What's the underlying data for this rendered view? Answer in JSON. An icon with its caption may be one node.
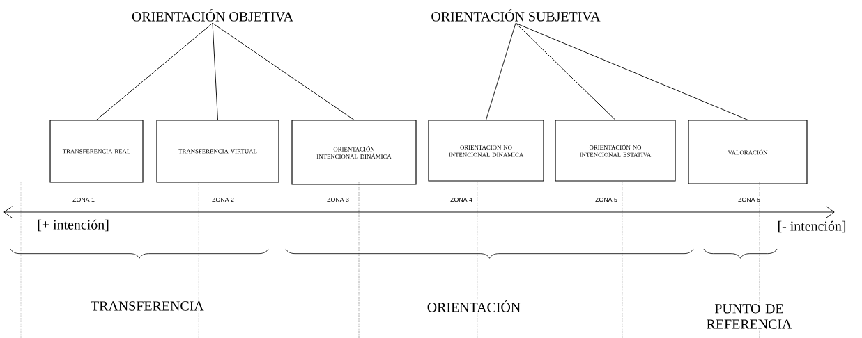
{
  "diagram": {
    "nodes": [
      {
        "text": [
          "ORIENTACIÓN OBJETIVA"
        ]
      },
      {
        "text": [
          "ORIENTACIÓN SUBJETIVA"
        ]
      },
      {
        "text": [
          "TRANSFERENCIA REAL"
        ]
      },
      {
        "text": [
          "TRANSFERENCIA VIRTUAL"
        ]
      },
      {
        "text": [
          "ORIENTACIÓN INTENCIONAL DINÁMICA"
        ]
      },
      {
        "text": [
          "ORIENTACIÓN NO INTENCIONAL DINÁMICA"
        ]
      },
      {
        "text": [
          "ORIENTACIÓN NO INTENCIONAL ESTATIVA"
        ]
      },
      {
        "text": [
          "VALORACIÓN"
        ]
      }
    ],
    "edges": [
      {
        "from": 0,
        "to": 2,
        "arrow": "none"
      },
      {
        "from": 0,
        "to": 3,
        "arrow": "none"
      },
      {
        "from": 0,
        "to": 4,
        "arrow": "none"
      },
      {
        "from": 1,
        "to": 5,
        "arrow": "none"
      },
      {
        "from": 1,
        "to": 6,
        "arrow": "none"
      },
      {
        "from": 1,
        "to": 7,
        "arrow": "none"
      }
    ],
    "labels": [
      "ZONA 1",
      "ZONA 2",
      "ZONA 3",
      "ZONA 4",
      "ZONA 5",
      "ZONA 6",
      "[+ intención]",
      "[- intención]",
      "TRANSFERENCIA",
      "ORIENTACIÓN",
      "PUNTO DE REFERENCIA"
    ]
  }
}
